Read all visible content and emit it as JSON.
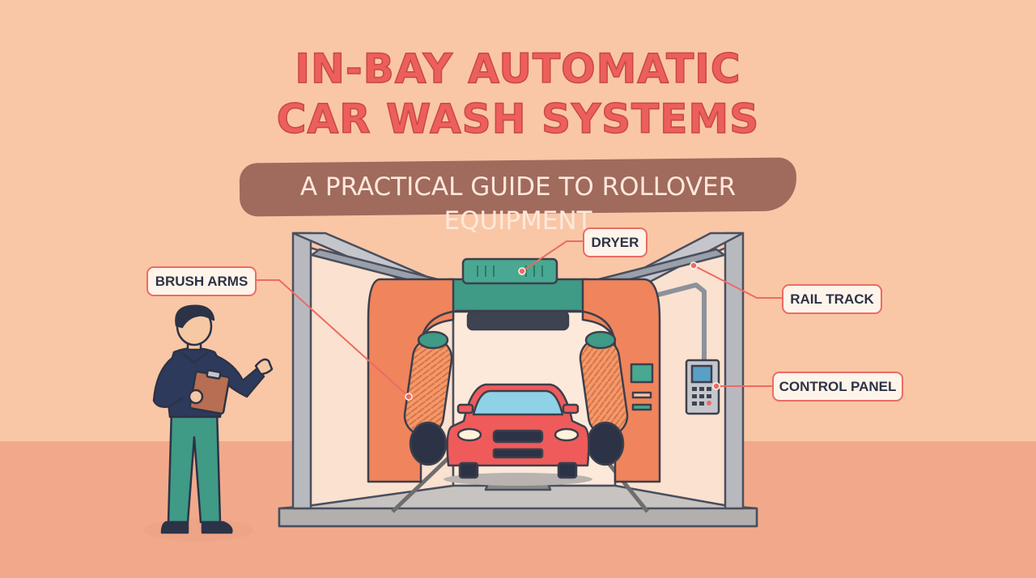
{
  "title": {
    "line1": "IN-BAY AUTOMATIC",
    "line2": "CAR WASH SYSTEMS"
  },
  "subtitle": "A PRACTICAL GUIDE TO ROLLOVER EQUIPMENT",
  "labels": {
    "dryer": "DRYER",
    "brush_arms": "BRUSH ARMS",
    "rail_track": "RAIL TRACK",
    "control_panel": "CONTROL PANEL"
  },
  "colors": {
    "background": "#f9c7a6",
    "floor": "#f2a98b",
    "title": "#ec5f5a",
    "subtitle_pill": "#a06a5d",
    "callout_border": "#ec6b63",
    "gantry_orange": "#f0845c",
    "gantry_teal": "#3f9a86",
    "car_red": "#ef5b5b"
  }
}
